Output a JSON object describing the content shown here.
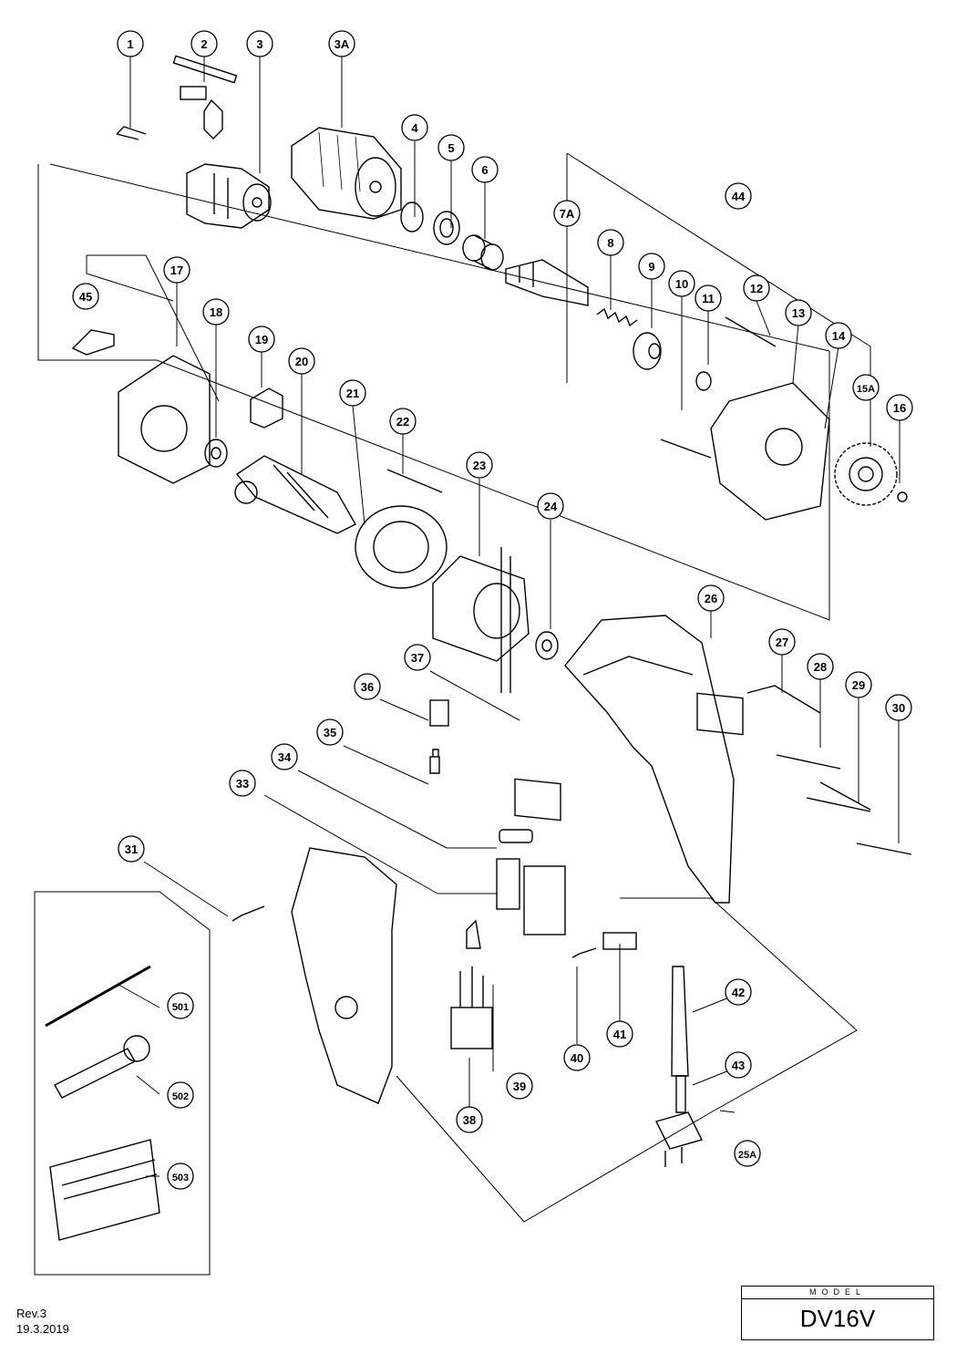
{
  "parts": [
    {
      "label": "1"
    },
    {
      "label": "2"
    },
    {
      "label": "3"
    },
    {
      "label": "3A"
    },
    {
      "label": "4"
    },
    {
      "label": "5"
    },
    {
      "label": "6"
    },
    {
      "label": "7A"
    },
    {
      "label": "8"
    },
    {
      "label": "9"
    },
    {
      "label": "10"
    },
    {
      "label": "11"
    },
    {
      "label": "12"
    },
    {
      "label": "13"
    },
    {
      "label": "14"
    },
    {
      "label": "15A"
    },
    {
      "label": "16"
    },
    {
      "label": "17"
    },
    {
      "label": "18"
    },
    {
      "label": "19"
    },
    {
      "label": "20"
    },
    {
      "label": "21"
    },
    {
      "label": "22"
    },
    {
      "label": "23"
    },
    {
      "label": "24"
    },
    {
      "label": "25A"
    },
    {
      "label": "26"
    },
    {
      "label": "27"
    },
    {
      "label": "28"
    },
    {
      "label": "29"
    },
    {
      "label": "30"
    },
    {
      "label": "31"
    },
    {
      "label": "33"
    },
    {
      "label": "34"
    },
    {
      "label": "35"
    },
    {
      "label": "36"
    },
    {
      "label": "37"
    },
    {
      "label": "38"
    },
    {
      "label": "39"
    },
    {
      "label": "40"
    },
    {
      "label": "41"
    },
    {
      "label": "42"
    },
    {
      "label": "43"
    },
    {
      "label": "44"
    },
    {
      "label": "45"
    },
    {
      "label": "501"
    },
    {
      "label": "502"
    },
    {
      "label": "503"
    }
  ],
  "footer": {
    "revision": "Rev.3",
    "date": "19.3.2019"
  },
  "model_box": {
    "label": "MODEL",
    "name": "DV16V"
  }
}
